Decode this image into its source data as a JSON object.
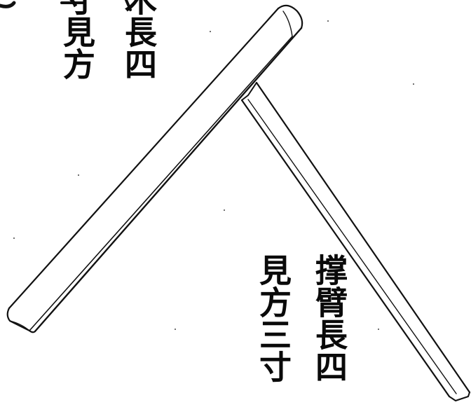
{
  "annotations": {
    "top_left_column": "寸見方",
    "top_right_column": "木長四",
    "bottom_right_column": "撑臂長四",
    "bottom_left_column": "見方三寸"
  },
  "colors": {
    "ink": "#111111",
    "paper": "#ffffff"
  }
}
